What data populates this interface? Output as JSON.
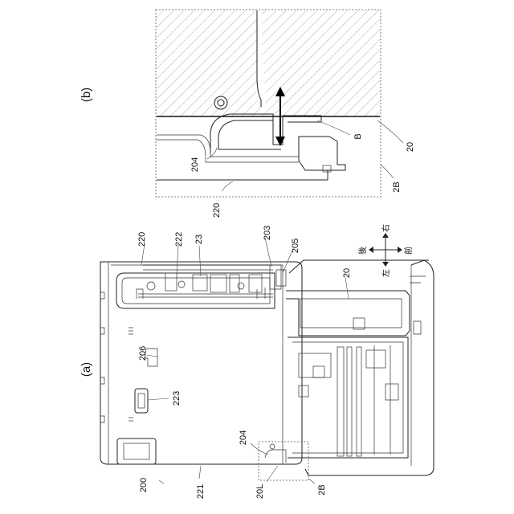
{
  "panels": {
    "a": "(a)",
    "b": "(b)"
  },
  "labels_a": {
    "l200": "200",
    "l220": "220",
    "l221": "221",
    "l222": "222",
    "l23": "23",
    "l203": "203",
    "l205": "205",
    "l20": "20",
    "l206": "206",
    "l223": "223",
    "l204": "204",
    "l20L": "20L",
    "l2B": "2B"
  },
  "labels_b": {
    "l204": "204",
    "l220": "220",
    "lB": "B",
    "l20": "20",
    "l2B": "2B"
  },
  "directions": {
    "back": "後",
    "front": "前",
    "left": "左",
    "right": "右"
  },
  "colors": {
    "line": "#222222",
    "hatch": "#9a9a9a"
  }
}
